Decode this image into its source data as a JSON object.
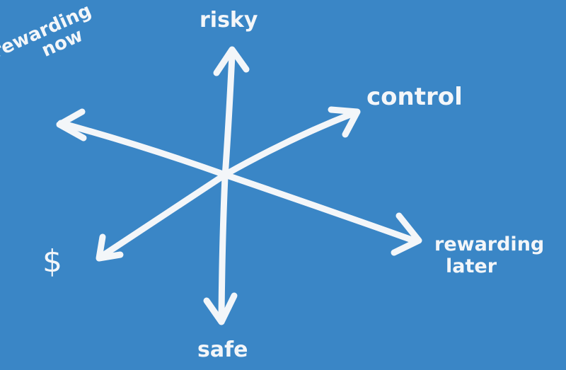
{
  "diagram": {
    "background_color": "#3a86c6",
    "ink_color": "#f3f6f9",
    "axes": {
      "vertical": {
        "top_label": "risky",
        "bottom_label": "safe"
      },
      "diagonal_up": {
        "upper_right_label": "control",
        "lower_left_label": "$"
      },
      "diagonal_down": {
        "upper_left_label_line1": "rewarding",
        "upper_left_label_line2": "now",
        "lower_right_label_line1": "rewarding",
        "lower_right_label_line2": "later"
      }
    }
  }
}
